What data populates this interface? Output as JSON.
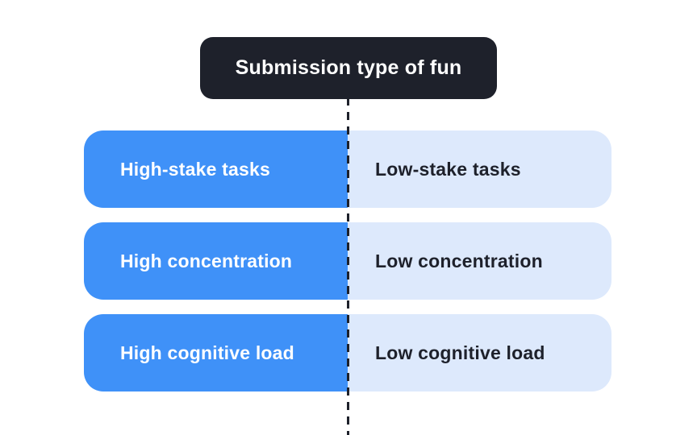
{
  "title_box": {
    "label": "Submission type of fun"
  },
  "rows": [
    {
      "left": "High-stake tasks",
      "right": "Low-stake tasks"
    },
    {
      "left": "High concentration",
      "right": "Low concentration"
    },
    {
      "left": "High cognitive load",
      "right": "Low cognitive load"
    }
  ],
  "colors": {
    "dark": "#1e212b",
    "blue": "#3f91f8",
    "light_blue": "#dde9fc",
    "text_on_blue": "#ffffff",
    "text_on_light": "#1e212b",
    "divider": "#1e212b",
    "background": "#ffffff"
  }
}
